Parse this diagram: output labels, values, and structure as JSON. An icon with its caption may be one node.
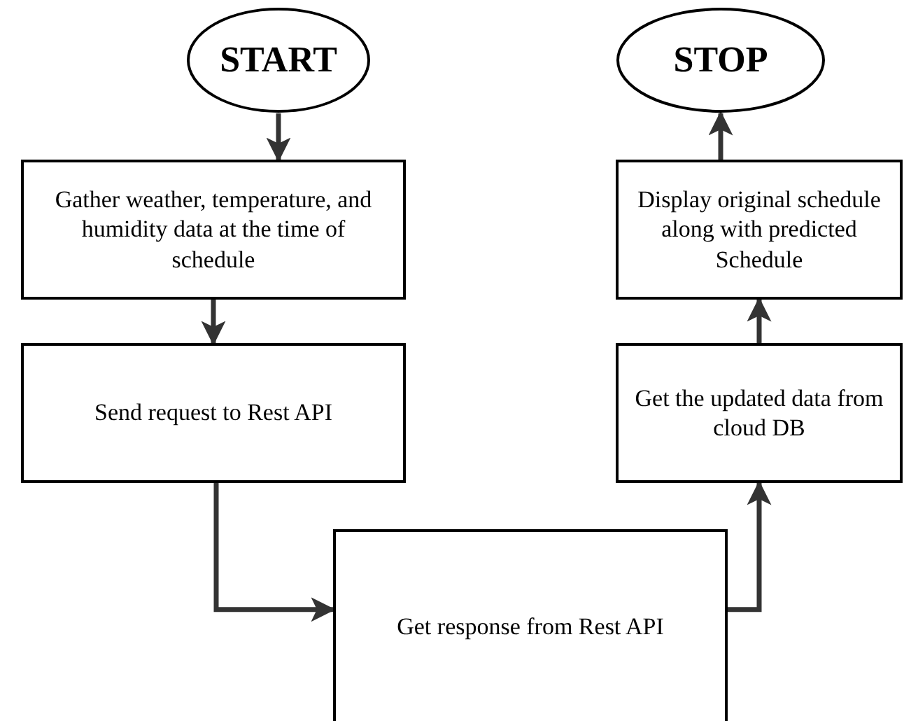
{
  "diagram": {
    "nodes": [
      {
        "text": [
          "START"
        ]
      },
      {
        "text": [
          "Gather weather, temperature, and humidity data at the time of schedule"
        ]
      },
      {
        "text": [
          "Send request to Rest API"
        ]
      },
      {
        "text": [
          "Get response from Rest API"
        ]
      },
      {
        "text": [
          "Get the updated data from cloud DB"
        ]
      },
      {
        "text": [
          "Display original schedule along with predicted Schedule"
        ]
      },
      {
        "text": [
          "STOP"
        ]
      }
    ],
    "edges": [
      {
        "from": 0,
        "to": 1,
        "arrow": "to"
      },
      {
        "from": 1,
        "to": 2,
        "arrow": "to"
      },
      {
        "from": 2,
        "to": 3,
        "arrow": "to"
      },
      {
        "from": 3,
        "to": 4,
        "arrow": "to"
      },
      {
        "from": 4,
        "to": 5,
        "arrow": "to"
      },
      {
        "from": 5,
        "to": 6,
        "arrow": "to"
      }
    ]
  }
}
